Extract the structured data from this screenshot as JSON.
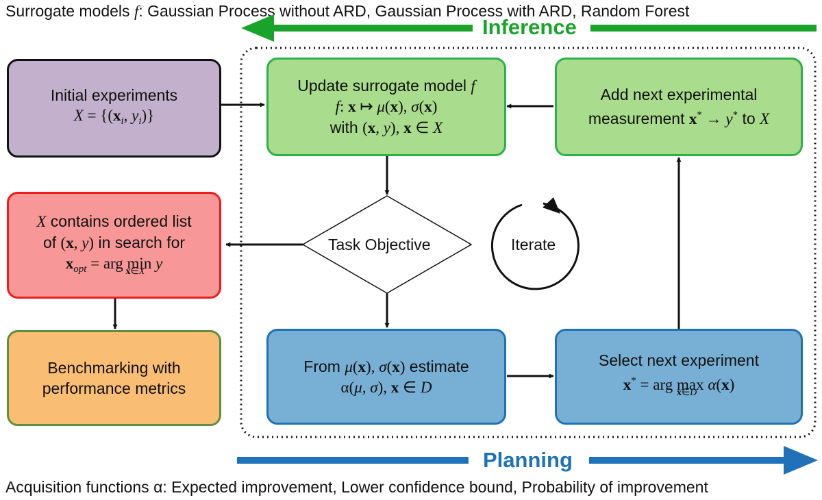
{
  "captions": {
    "top_text": "Surrogate models",
    "top_rest": ": Gaussian Process without ARD, Gaussian Process with ARD, Random Forest",
    "bottom_text": "Acquisition functions α: Expected improvement, Lower confidence bound, Probability of improvement"
  },
  "labels": {
    "inference": "Inference",
    "planning": "Planning",
    "iterate": "Iterate",
    "task_objective": "Task Objective"
  },
  "boxes": {
    "initial": {
      "line1": "Initial experiments"
    },
    "update": {
      "line1": "Update surrogate model",
      "with": "with"
    },
    "add": {
      "line1": "Add next experimental",
      "line2_prefix": "measurement",
      "line2_to": "to"
    },
    "ordered": {
      "line1_rest": "contains ordered list",
      "line2_of": "of",
      "line2_search": "in search for"
    },
    "bench": {
      "line1": "Benchmarking with",
      "line2": "performance metrics"
    },
    "from": {
      "prefix": "From",
      "suffix": "estimate"
    },
    "select": {
      "line1": "Select next experiment"
    }
  },
  "colors": {
    "inference_arrow": "#1aa32a",
    "planning_arrow": "#1f72b8",
    "purple_fill": "#c2b0cd",
    "green_fill": "#a9dc8c",
    "red_fill": "#f79797",
    "orange_fill": "#f9bd74",
    "blue_fill": "#78afd4"
  }
}
